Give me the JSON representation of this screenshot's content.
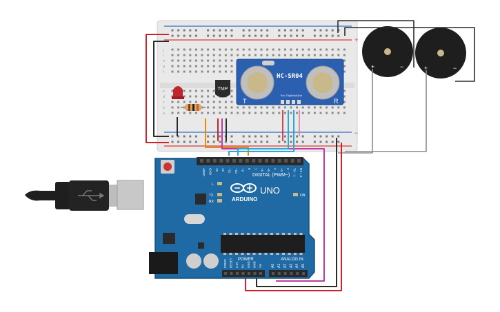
{
  "colors": {
    "board": "#1f6aa5",
    "board_dark": "#174f7c",
    "breadboard": "#e9e9e9",
    "rail_red": "#d83b3b",
    "rail_blue": "#3a6fc4",
    "sensor_pcb": "#2b5fb0",
    "wire_red": "#d0202a",
    "wire_black": "#2a2a2a",
    "wire_orange": "#e08a1e",
    "wire_cyan": "#2aa8d8",
    "wire_magenta": "#c23aa0",
    "wire_gray": "#8a8a8a",
    "wire_pink": "#e07aa0"
  },
  "breadboard": {
    "plus": "+",
    "minus": "−",
    "row_labels": [
      "a",
      "b",
      "c",
      "d",
      "e",
      "f",
      "g",
      "h",
      "i",
      "j"
    ]
  },
  "sensor": {
    "label": "HC-SR04",
    "pins": [
      "Vcc",
      "Trig",
      "Echo",
      "Gnd"
    ],
    "corner_left": "T",
    "corner_right": "R"
  },
  "temp_sensor": {
    "label": "TMP"
  },
  "buzzers": [
    {
      "plus": "+",
      "minus": "−"
    },
    {
      "plus": "+",
      "minus": "−"
    }
  ],
  "arduino": {
    "brand": "ARDUINO",
    "model": "UNO",
    "digital_label": "DIGITAL (PWM~)",
    "power_label": "POWER",
    "analog_label": "ANALOG IN",
    "on_label": "ON",
    "tx_label": "TX",
    "rx_label": "RX",
    "l_label": "L",
    "top_pins": [
      "AREF",
      "GND",
      "13",
      "12",
      "~11",
      "~10",
      "~9",
      "8",
      "7",
      "~6",
      "~5",
      "4",
      "~3",
      "2",
      "TX→1",
      "RX←0"
    ],
    "power_pins": [
      "IOREF",
      "RESET",
      "3.3V",
      "5V",
      "GND",
      "GND",
      "Vin"
    ],
    "analog_pins": [
      "A0",
      "A1",
      "A2",
      "A3",
      "A4",
      "A5"
    ]
  },
  "usb": {
    "icon": "usb-icon"
  }
}
